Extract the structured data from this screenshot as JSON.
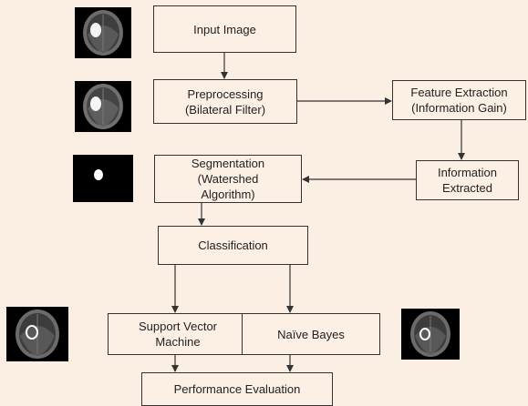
{
  "colors": {
    "background": "#fbeee3",
    "box_fill": "#fcefe4",
    "border": "#333333",
    "arrow": "#333333"
  },
  "nodes": {
    "input_image": "Input Image",
    "preprocessing": "Preprocessing\n(Bilateral Filter)",
    "feature_extraction": "Feature Extraction\n(Information Gain)",
    "segmentation": "Segmentation\n(Watershed\nAlgorithm)",
    "information_extracted": "Information\nExtracted",
    "classification": "Classification",
    "svm": "Support Vector\nMachine",
    "naive_bayes": "Naïve Bayes",
    "performance": "Performance Evaluation"
  },
  "thumbnails": [
    {
      "name": "input-brain-mri",
      "kind": "mri"
    },
    {
      "name": "preprocessed-brain-mri",
      "kind": "mri"
    },
    {
      "name": "segmented-tumor-mask",
      "kind": "mask"
    },
    {
      "name": "svm-result-mri",
      "kind": "mri"
    },
    {
      "name": "naive-bayes-result-mri",
      "kind": "mri"
    }
  ]
}
